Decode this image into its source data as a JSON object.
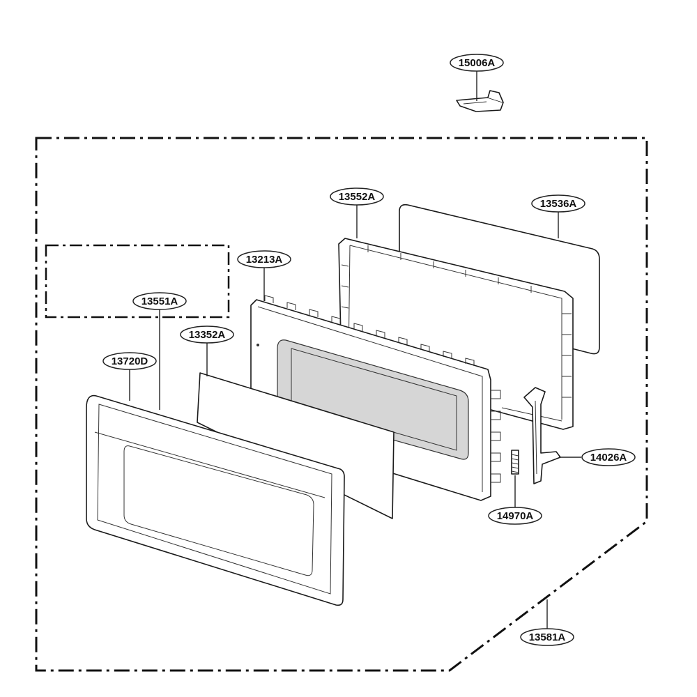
{
  "labels": {
    "p15006A": "15006A",
    "p13552A": "13552A",
    "p13536A": "13536A",
    "p13213A": "13213A",
    "p13551A": "13551A",
    "p13352A": "13352A",
    "p13720D": "13720D",
    "p14026A": "14026A",
    "p14970A": "14970A",
    "p13581A": "13581A"
  },
  "colors": {
    "line": "#1a1a1a",
    "window_tint": "#d6d6d6",
    "background": "#ffffff"
  }
}
